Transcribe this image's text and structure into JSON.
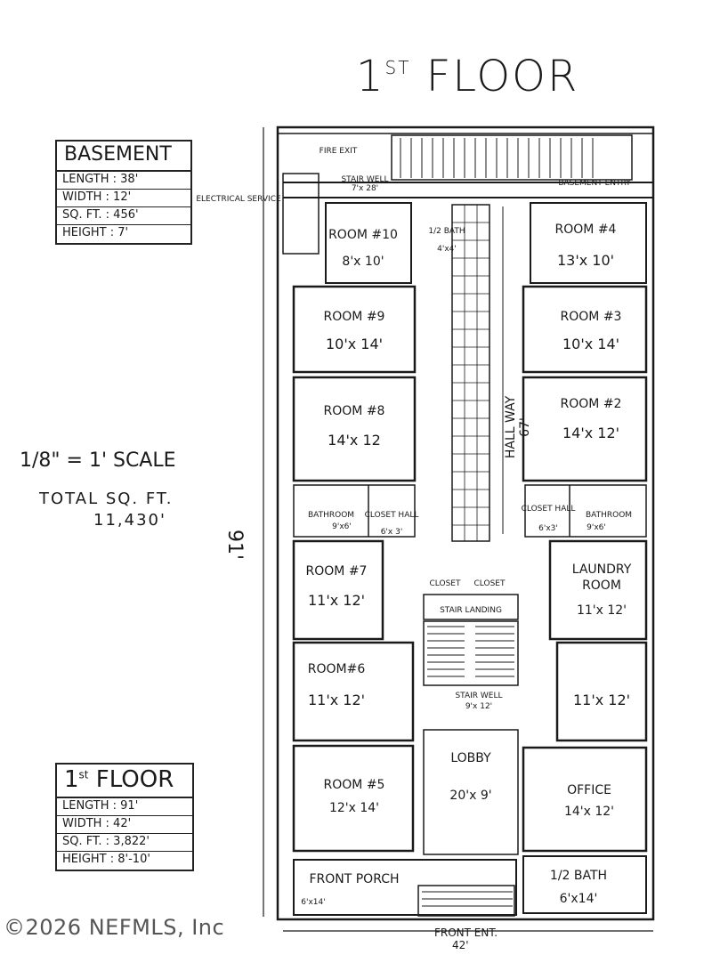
{
  "title": {
    "prefix": "1",
    "sup": "ST",
    "main": "FLOOR"
  },
  "basement": {
    "heading": "BASEMENT",
    "rows": [
      "LENGTH : 38'",
      "WIDTH : 12'",
      "SQ. FT. : 456'",
      "HEIGHT : 7'"
    ]
  },
  "first_floor": {
    "heading_num": "1",
    "heading_sup": "st",
    "heading_text": "FLOOR",
    "rows": [
      "LENGTH : 91'",
      "WIDTH : 42'",
      "SQ. FT. : 3,822'",
      "HEIGHT : 8'-10'"
    ]
  },
  "scale": "1/8\" = 1' SCALE",
  "total_sqft_label": "TOTAL SQ. FT.",
  "total_sqft_value": "11,430'",
  "dimension_length": "91'",
  "dimension_width": "42'",
  "front_entrance": "FRONT ENT.",
  "copyright": "©2026 NEFMLS, Inc",
  "labels": {
    "fire_exit": "FIRE EXIT",
    "stairwell_top_name": "STAIR WELL",
    "stairwell_top_size": "7'x 28'",
    "basement_entry": "BASEMENT ENTRY",
    "electrical_service": "ELECTRICAL SERVICE",
    "half_bath_top_name": "1/2 BATH",
    "half_bath_top_size": "4'x4'",
    "hallway": "HALL WAY",
    "hallway_len": "67'",
    "closet_left": "CLOSET",
    "closet_right": "CLOSET",
    "stair_landing": "STAIR LANDING",
    "stairwell_mid_name": "STAIR WELL",
    "stairwell_mid_size": "9'x 12'",
    "lobby_name": "LOBBY",
    "lobby_size": "20'x 9'",
    "porch_name": "FRONT PORCH",
    "porch_size": "6'x14'",
    "bathroom_left_name": "BATHROOM",
    "bathroom_left_size": "9'x6'",
    "closet_hall_left_name": "CLOSET HALL",
    "closet_hall_left_size": "6'x 3'",
    "bathroom_right_name": "BATHROOM",
    "bathroom_right_size": "9'x6'",
    "closet_hall_right_name": "CLOSET HALL",
    "closet_hall_right_size": "6'x3'",
    "half_bath_bottom_name": "1/2 BATH",
    "half_bath_bottom_size": "6'x14'"
  },
  "rooms": [
    {
      "name": "ROOM #10",
      "size": "8'x 10'"
    },
    {
      "name": "ROOM #9",
      "size": "10'x 14'"
    },
    {
      "name": "ROOM #8",
      "size": "14'x 12"
    },
    {
      "name": "ROOM #7",
      "size": "11'x 12'"
    },
    {
      "name": "ROOM#6",
      "size": "11'x 12'"
    },
    {
      "name": "ROOM #5",
      "size": "12'x 14'"
    },
    {
      "name": "ROOM #4",
      "size": "13'x 10'"
    },
    {
      "name": "ROOM #3",
      "size": "10'x 14'"
    },
    {
      "name": "ROOM #2",
      "size": "14'x 12'"
    },
    {
      "name": "LAUNDRY",
      "name2": "ROOM",
      "size": "11'x 12'"
    },
    {
      "name": "",
      "size": "11'x 12'"
    },
    {
      "name": "OFFICE",
      "size": "14'x 12'"
    }
  ]
}
